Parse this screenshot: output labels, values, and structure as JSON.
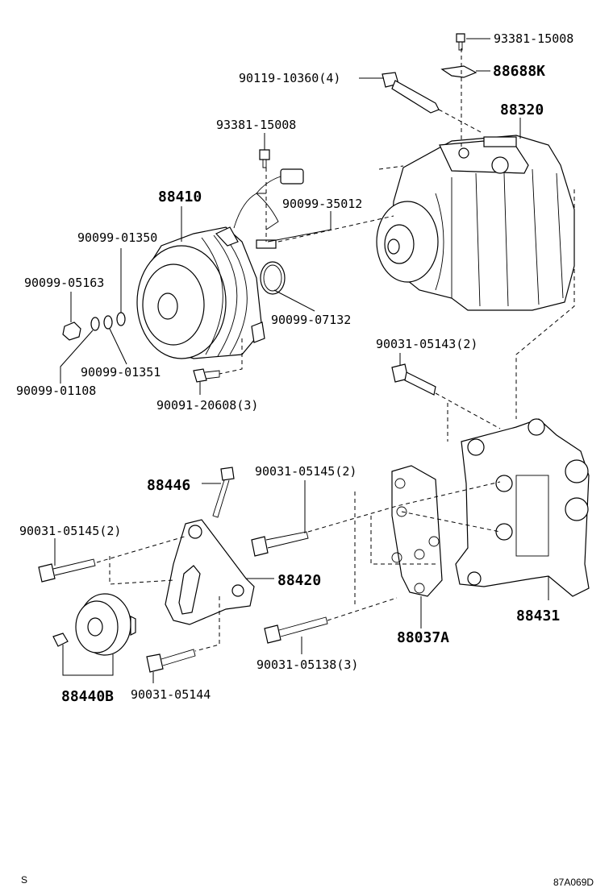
{
  "labels": {
    "p93381_15008_top": "93381-15008",
    "p88688K": "88688K",
    "p90119_10360": "90119-10360(4)",
    "p88320": "88320",
    "p93381_15008_mid": "93381-15008",
    "p88410": "88410",
    "p90099_35012": "90099-35012",
    "p90099_01350": "90099-01350",
    "p90099_05163": "90099-05163",
    "p90099_07132": "90099-07132",
    "p90099_01351": "90099-01351",
    "p90099_01108": "90099-01108",
    "p90091_20608": "90091-20608(3)",
    "p90031_05143": "90031-05143(2)",
    "p88446": "88446",
    "p90031_05145_right": "90031-05145(2)",
    "p90031_05145_left": "90031-05145(2)",
    "p88420": "88420",
    "p88431": "88431",
    "p88037A": "88037A",
    "p90031_05138": "90031-05138(3)",
    "p88440B": "88440B",
    "p90031_05144": "90031-05144"
  },
  "corner": {
    "left": "S",
    "right": "87A069D"
  }
}
